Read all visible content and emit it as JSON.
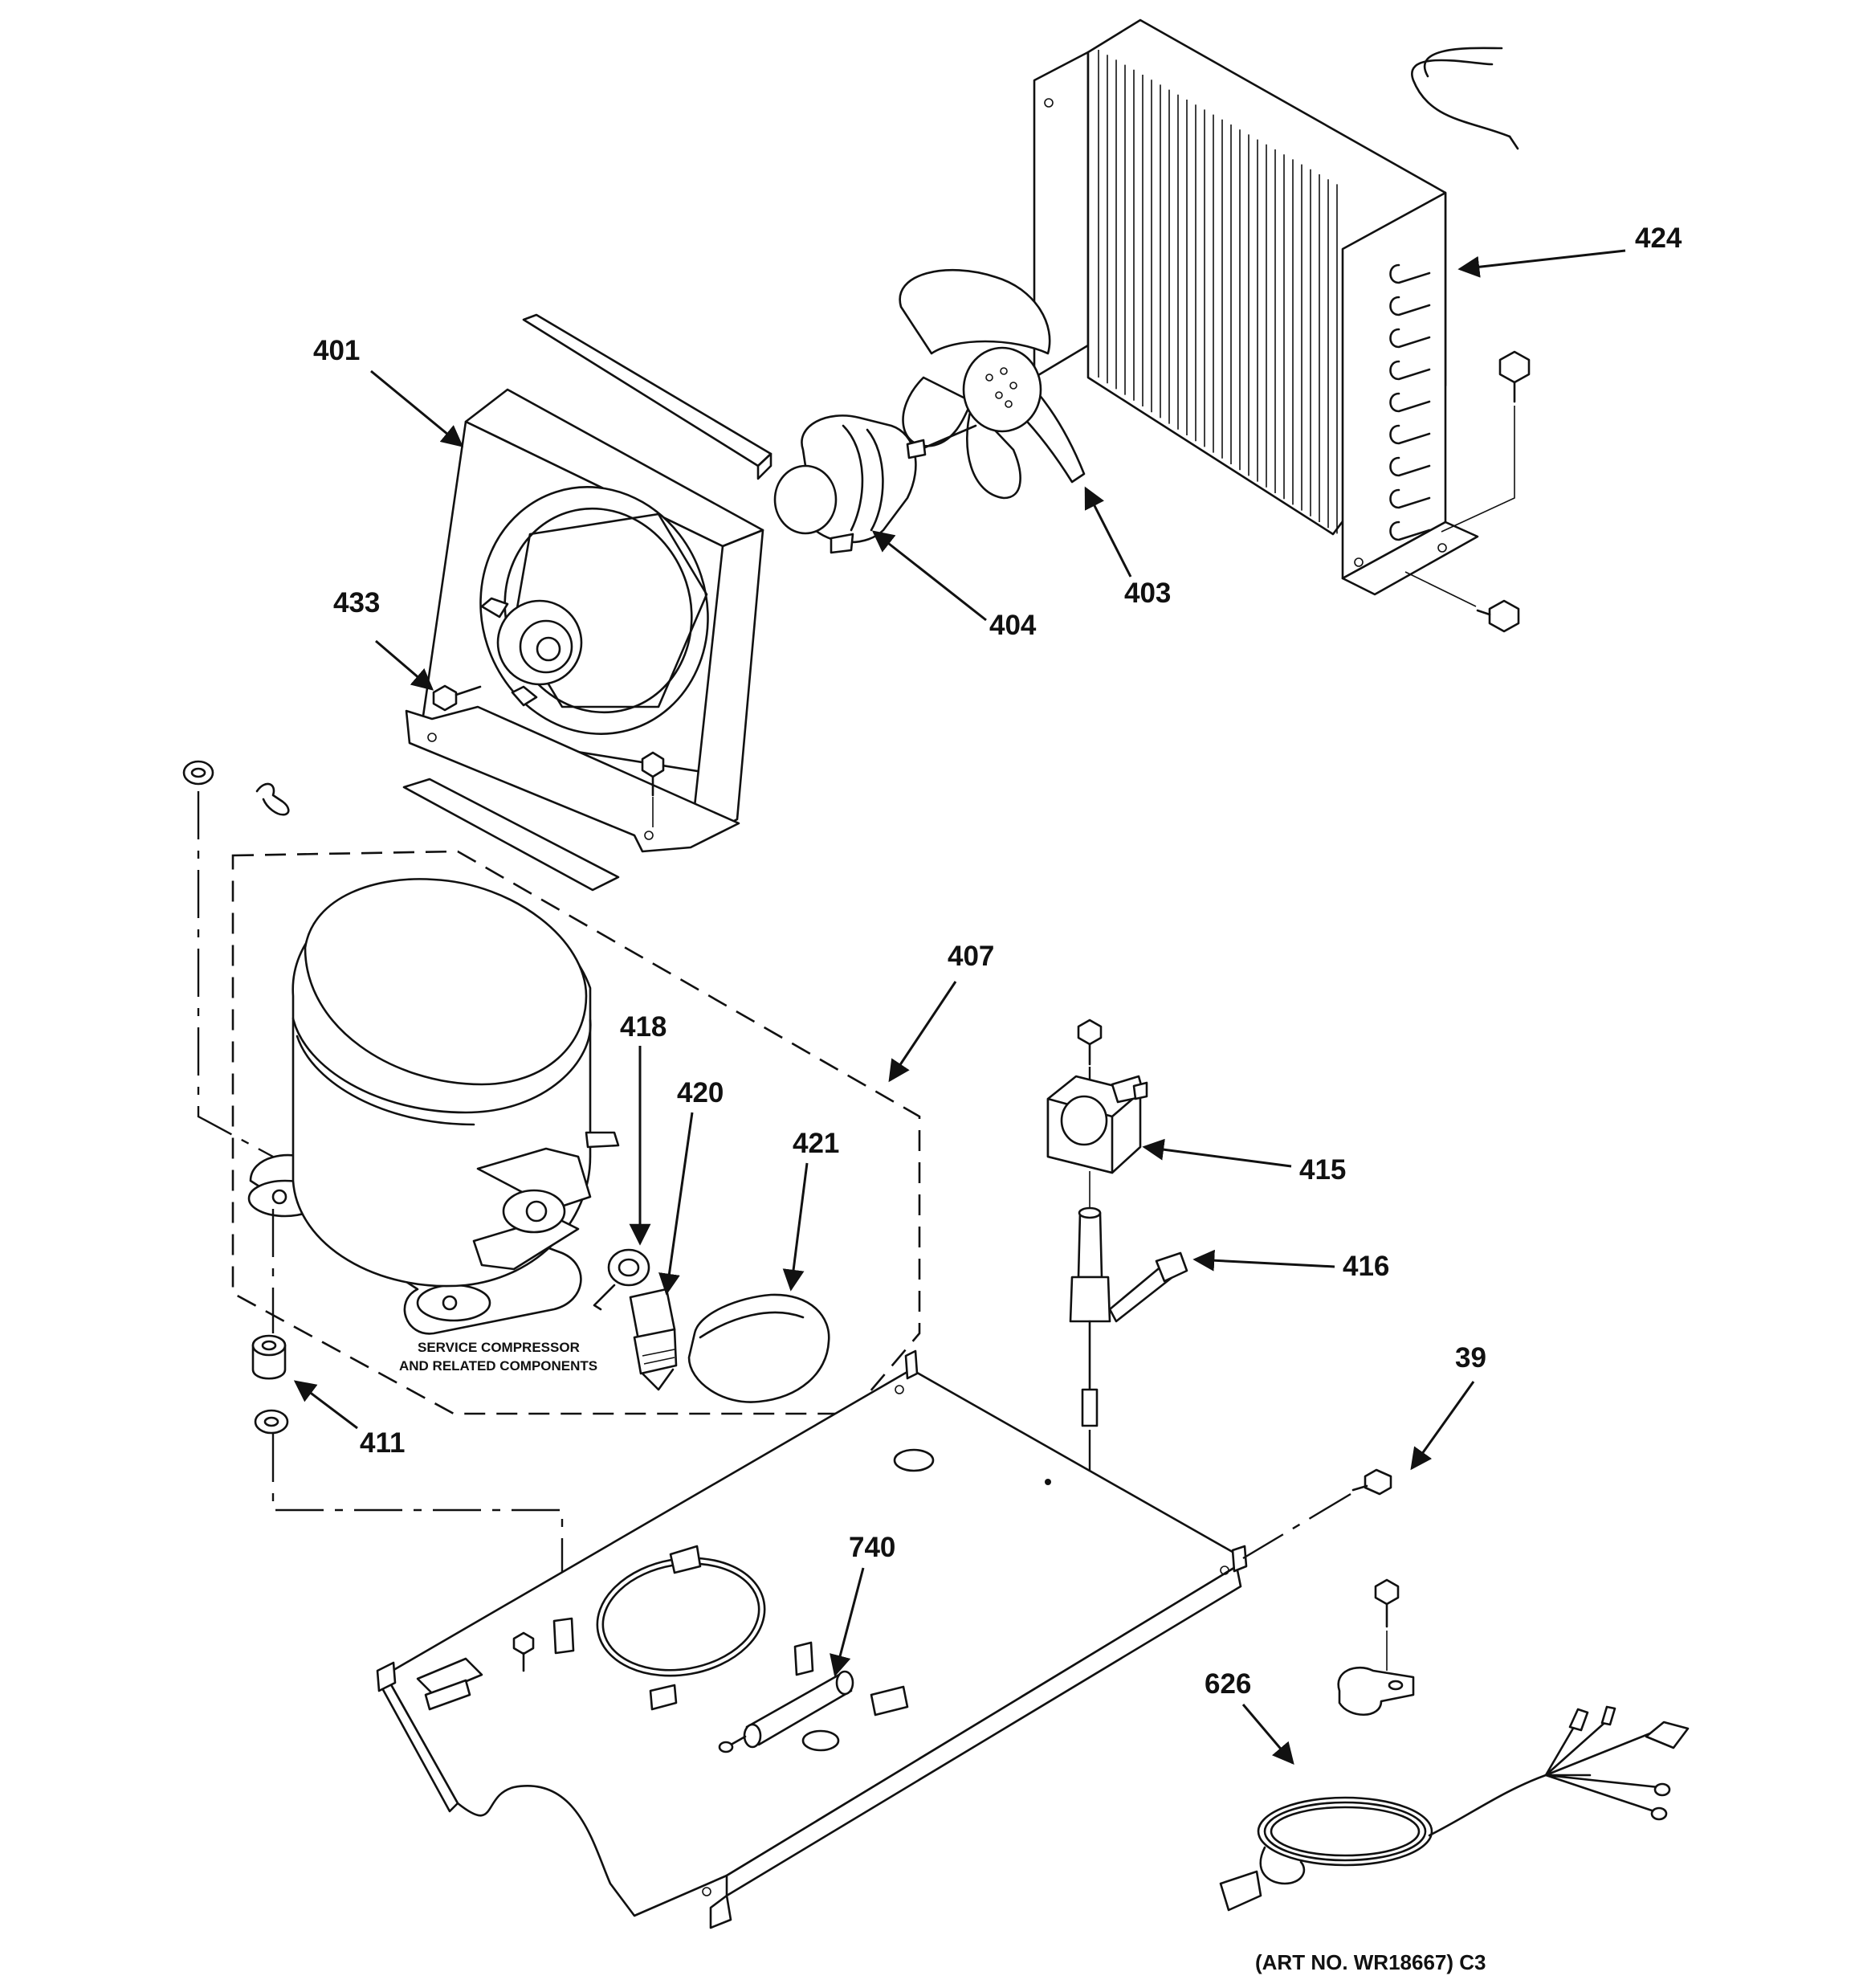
{
  "labels": {
    "p401": "401",
    "p433": "433",
    "p404": "404",
    "p403": "403",
    "p424": "424",
    "p407": "407",
    "p418": "418",
    "p420": "420",
    "p421": "421",
    "p415": "415",
    "p416": "416",
    "p411": "411",
    "p39": "39",
    "p740": "740",
    "p626": "626"
  },
  "notes": {
    "service_line1": "SERVICE COMPRESSOR",
    "service_line2": "AND RELATED COMPONENTS"
  },
  "art_number": "(ART NO. WR18667) C3"
}
